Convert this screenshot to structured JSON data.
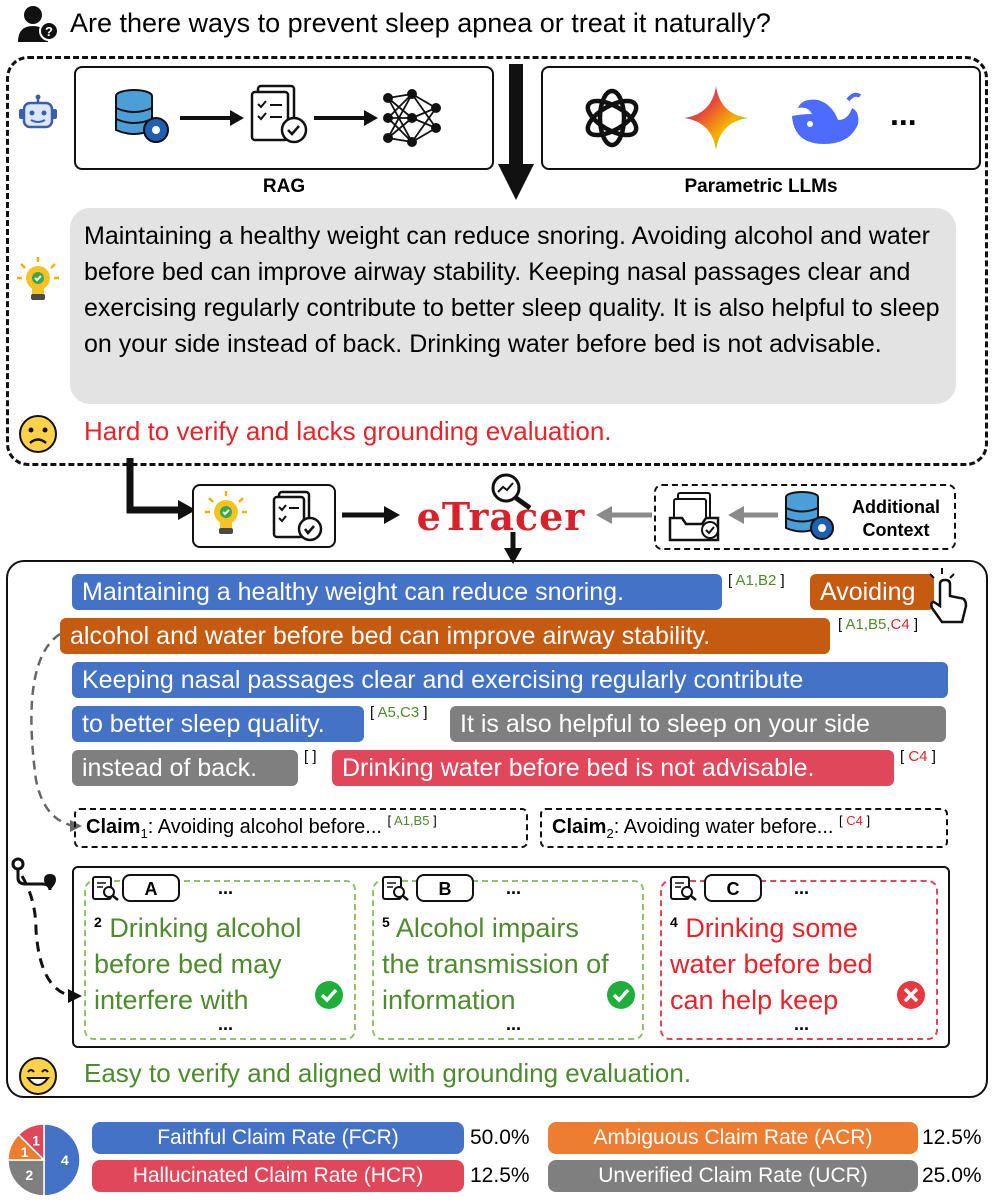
{
  "question": "Are there ways to prevent sleep apnea or treat it naturally?",
  "rag_label": "RAG",
  "parametric_label": "Parametric LLMs",
  "ellipsis": "...",
  "answer_text": "Maintaining a healthy weight can reduce snoring. Avoiding alcohol and water before bed can improve airway stability. Keeping nasal passages clear and exercising regularly contribute to better sleep quality. It is also helpful to sleep on your side instead of back. Drinking water before bed is not advisable.",
  "problem_text": "Hard to verify and lacks grounding evaluation.",
  "engine_name": "eTracer",
  "additional_context": [
    "Additional",
    "Context"
  ],
  "segments": [
    {
      "text": "Maintaining a healthy weight can reduce snoring.",
      "kind": "faithful"
    },
    {
      "text": "Avoiding",
      "kind": "ambiguous"
    },
    {
      "text": "alcohol and water before bed can improve airway stability.",
      "kind": "ambiguous"
    },
    {
      "text": "Keeping nasal passages clear and exercising regularly contribute",
      "kind": "faithful"
    },
    {
      "text": "to better sleep quality.",
      "kind": "faithful"
    },
    {
      "text": "It is also helpful to sleep on your side",
      "kind": "unverified"
    },
    {
      "text": "instead of back.",
      "kind": "unverified"
    },
    {
      "text": "Drinking water before bed is not advisable.",
      "kind": "hallucinated"
    }
  ],
  "citations": {
    "c1": {
      "open": "[ ",
      "green": "A1,B2",
      "red": "",
      "close": " ]"
    },
    "c2": {
      "open": "[ ",
      "green": "A1,B5,",
      "red": "C4",
      "close": " ]"
    },
    "c3": {
      "open": "[ ",
      "green": "A5,C3",
      "red": "",
      "close": " ]"
    },
    "c4": {
      "open": "[ ",
      "green": "",
      "red": "",
      "close": " ]"
    },
    "c5": {
      "open": "[ ",
      "green": "",
      "red": "C4",
      "close": " ]"
    }
  },
  "claims": [
    {
      "label": "Claim",
      "sub": "1",
      "text": ": Avoiding alcohol before...",
      "cite_green": "A1,B5",
      "cite_red": ""
    },
    {
      "label": "Claim",
      "sub": "2",
      "text": ": Avoiding water before...",
      "cite_green": "",
      "cite_red": "C4"
    }
  ],
  "evidence": [
    {
      "tag": "A",
      "num": "2",
      "lines": [
        "Drinking alcohol",
        "before bed may",
        "interfere with"
      ],
      "verdict": "support"
    },
    {
      "tag": "B",
      "num": "5",
      "lines": [
        "Alcohol impairs",
        "the transmission of",
        "information"
      ],
      "verdict": "support"
    },
    {
      "tag": "C",
      "num": "4",
      "lines": [
        "Drinking some",
        "water before bed",
        "can help keep"
      ],
      "verdict": "contradict"
    }
  ],
  "good_text": "Easy to verify and aligned with grounding evaluation.",
  "pie": {
    "values": [
      4,
      2,
      1,
      1
    ],
    "labels": [
      "4",
      "2",
      "1",
      "1"
    ]
  },
  "metrics": [
    {
      "name": "Faithful Claim Rate (FCR)",
      "value": "50.0%"
    },
    {
      "name": "Ambiguous Claim Rate (ACR)",
      "value": "12.5%"
    },
    {
      "name": "Hallucinated Claim Rate (HCR)",
      "value": "12.5%"
    },
    {
      "name": "Unverified Claim Rate (UCR)",
      "value": "25.0%"
    }
  ],
  "colors": {
    "faithful": "#4472c4",
    "ambiguous": "#c55a11",
    "hallucinated": "#e0475a",
    "unverified": "#7f7f7f",
    "support": "#4e8a2e",
    "contradict": "#e8232a",
    "ambiguous_metric": "#ed7d31"
  }
}
